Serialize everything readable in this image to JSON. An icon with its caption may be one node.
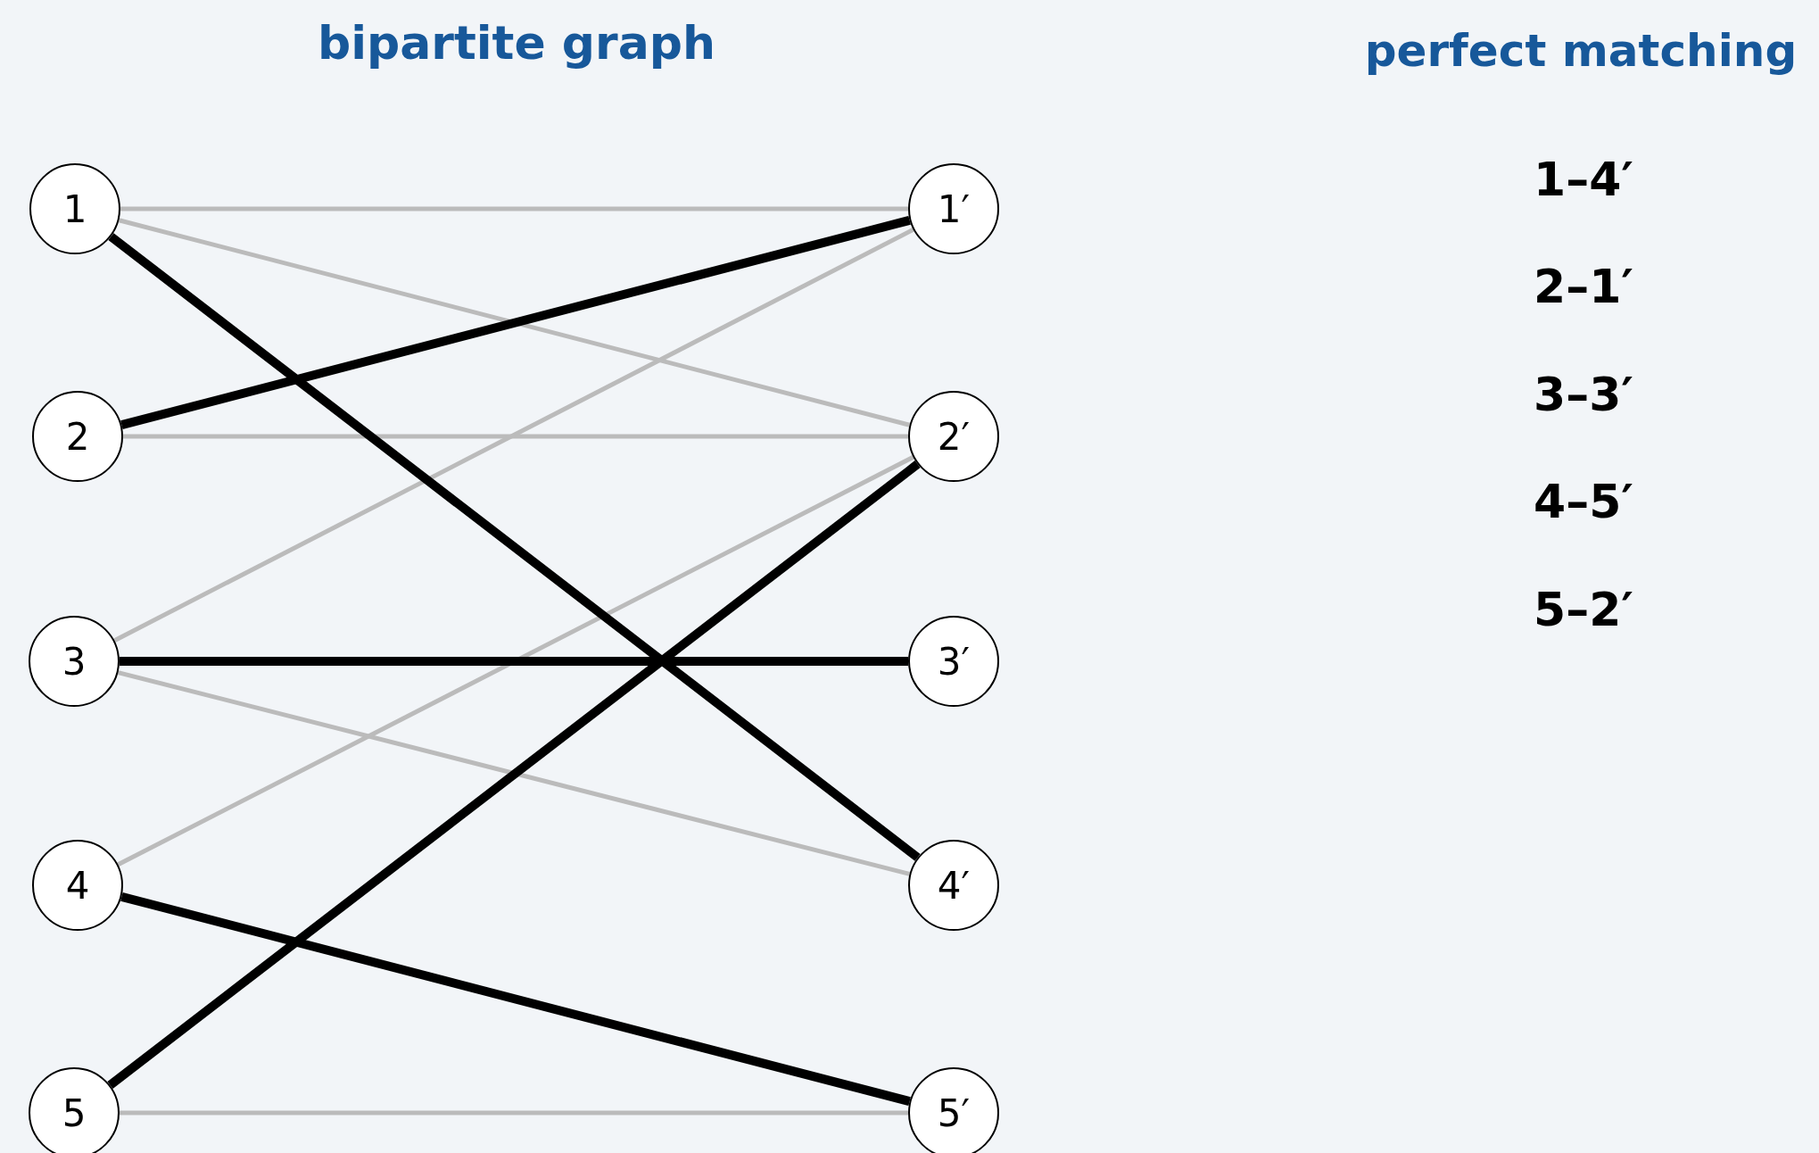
{
  "diagram": {
    "title": "bipartite graph",
    "nodes": [
      {
        "text": [
          "1"
        ]
      },
      {
        "text": [
          "2"
        ]
      },
      {
        "text": [
          "3"
        ]
      },
      {
        "text": [
          "4"
        ]
      },
      {
        "text": [
          "5"
        ]
      },
      {
        "text": [
          "1′"
        ]
      },
      {
        "text": [
          "2′"
        ]
      },
      {
        "text": [
          "3′"
        ]
      },
      {
        "text": [
          "4′"
        ]
      },
      {
        "text": [
          "5′"
        ]
      }
    ],
    "edges": [
      {
        "from": 0,
        "to": 5,
        "arrow": "none"
      },
      {
        "from": 0,
        "to": 6,
        "arrow": "none"
      },
      {
        "from": 1,
        "to": 6,
        "arrow": "none"
      },
      {
        "from": 2,
        "to": 5,
        "arrow": "none"
      },
      {
        "from": 2,
        "to": 8,
        "arrow": "none"
      },
      {
        "from": 3,
        "to": 6,
        "arrow": "none"
      },
      {
        "from": 4,
        "to": 9,
        "arrow": "none"
      },
      {
        "from": 0,
        "to": 8,
        "arrow": "none",
        "style": "thick",
        "color": "#000000"
      },
      {
        "from": 1,
        "to": 5,
        "arrow": "none",
        "style": "thick",
        "color": "#000000"
      },
      {
        "from": 2,
        "to": 7,
        "arrow": "none",
        "style": "thick",
        "color": "#000000"
      },
      {
        "from": 3,
        "to": 9,
        "arrow": "none",
        "style": "thick",
        "color": "#000000"
      },
      {
        "from": 4,
        "to": 6,
        "arrow": "none",
        "style": "thick",
        "color": "#000000"
      }
    ],
    "labels": [
      "perfect matching",
      "1–4′",
      "2–1′",
      "3–3′",
      "4–5′",
      "5–2′"
    ]
  }
}
